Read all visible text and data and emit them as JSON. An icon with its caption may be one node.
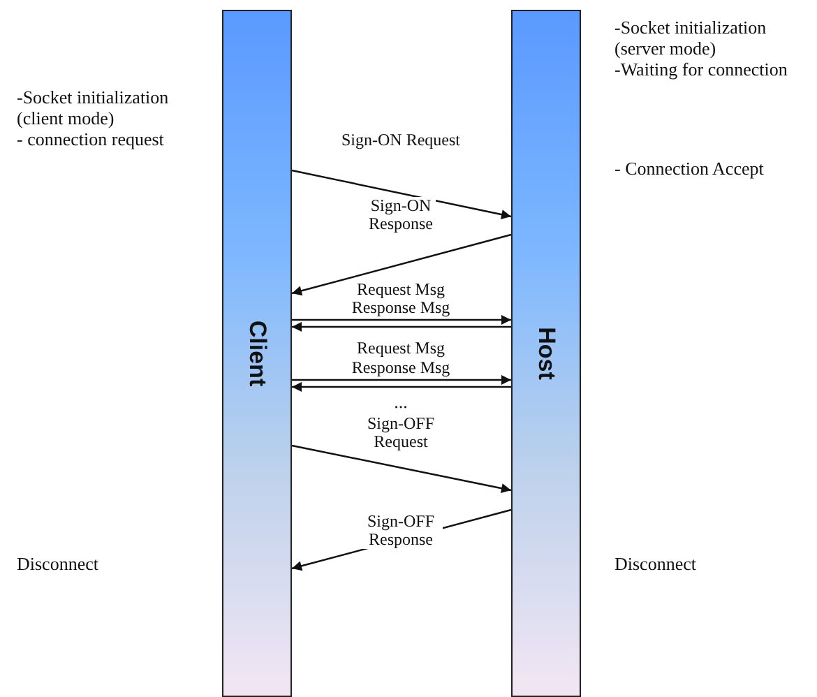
{
  "diagram": {
    "nodes": [
      {
        "text": [
          "Client"
        ]
      },
      {
        "text": [
          "Host"
        ]
      }
    ],
    "edges": [
      {
        "from": 0,
        "to": 1,
        "arrow": "to",
        "label": "Sign-ON Request"
      },
      {
        "from": 1,
        "to": 0,
        "arrow": "to",
        "label": "Sign-ON Response"
      },
      {
        "from": 0,
        "to": 1,
        "arrow": "to",
        "label": "Request Msg"
      },
      {
        "from": 1,
        "to": 0,
        "arrow": "to",
        "label": "Response Msg"
      },
      {
        "from": 0,
        "to": 1,
        "arrow": "to",
        "label": "Request Msg"
      },
      {
        "from": 1,
        "to": 0,
        "arrow": "to",
        "label": "Response Msg"
      },
      {
        "from": 0,
        "to": 1,
        "arrow": "to",
        "label": "Sign-OFF Request"
      },
      {
        "from": 1,
        "to": 0,
        "arrow": "to",
        "label": "Sign-OFF Response"
      }
    ],
    "labels": [
      "-Socket initialization (server mode)",
      "-Waiting for connection",
      "-Socket initialization (client mode)",
      "- connection request",
      "- Connection Accept",
      "...",
      "Disconnect",
      "Disconnect"
    ]
  }
}
